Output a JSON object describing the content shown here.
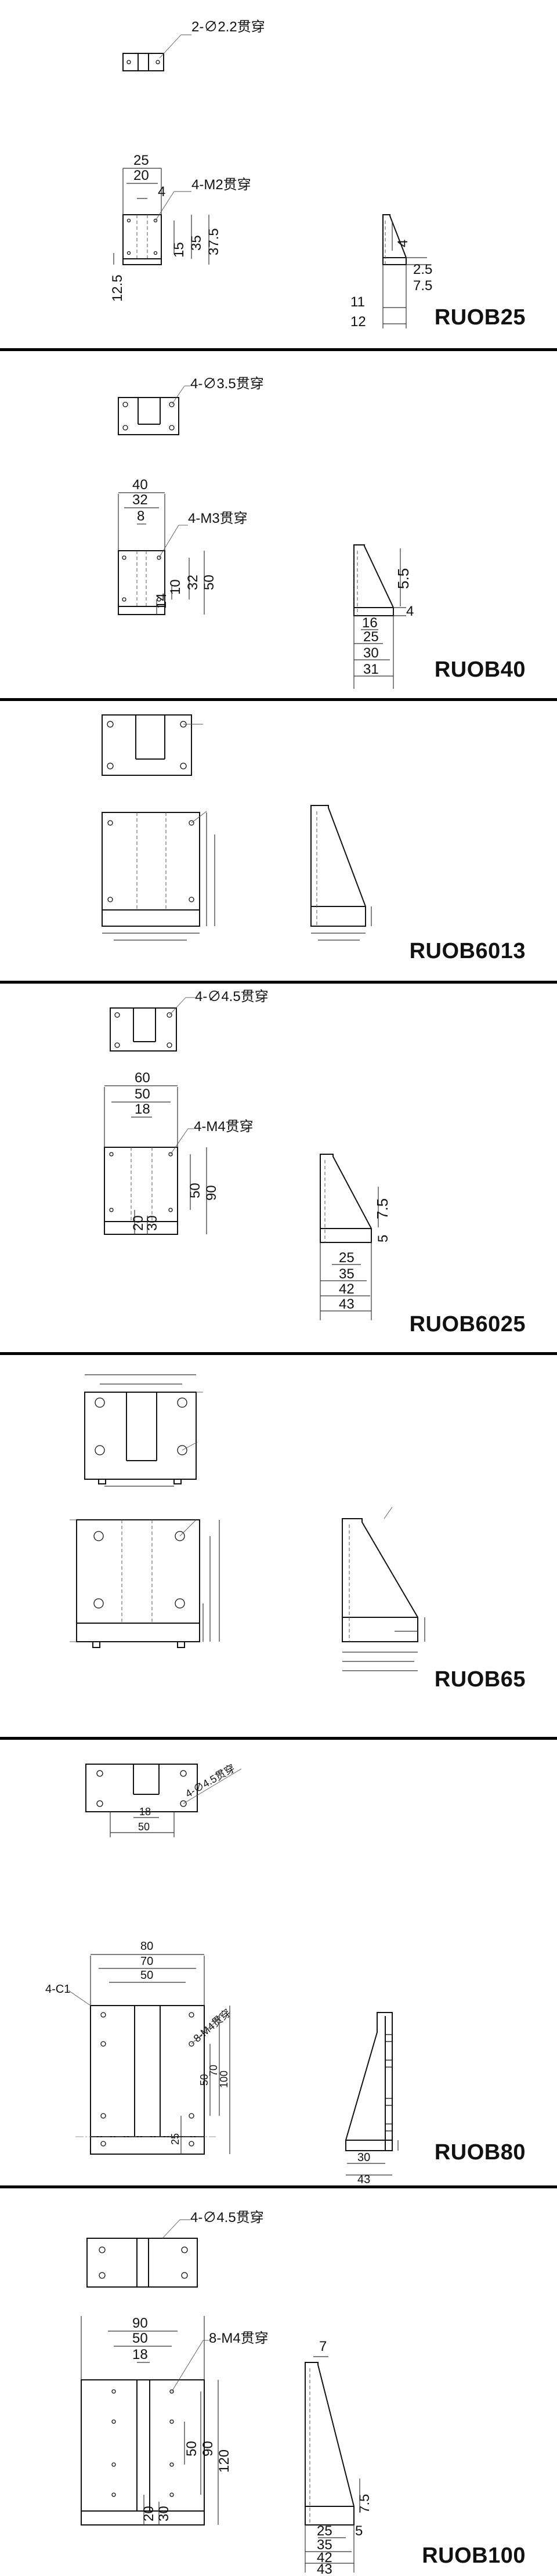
{
  "sections": [
    {
      "id": "ruob25",
      "model": "RUOB25",
      "callouts": [
        "2-∅2.2贯穿",
        "4-M2贯穿"
      ],
      "dimensions": {
        "front_top": [
          "25",
          "20",
          "4"
        ],
        "front_right": [
          "15",
          "35",
          "37.5"
        ],
        "front_left": [
          "12.5"
        ],
        "side": [
          "4",
          "2.5",
          "7.5",
          "11",
          "12"
        ]
      }
    },
    {
      "id": "ruob40",
      "model": "RUOB40",
      "callouts": [
        "4-∅3.5贯穿",
        "4-M3贯穿"
      ],
      "dimensions": {
        "front_top": [
          "40",
          "32",
          "8"
        ],
        "front_right": [
          "10",
          "32",
          "50"
        ],
        "front_left": [
          "14"
        ],
        "side": [
          "5.5",
          "4",
          "16",
          "25",
          "30",
          "31"
        ]
      }
    },
    {
      "id": "ruob6013",
      "model": "RUOB6013",
      "callouts": [],
      "dimensions": {}
    },
    {
      "id": "ruob6025",
      "model": "RUOB6025",
      "callouts": [
        "4-∅4.5贯穿",
        "4-M4贯穿"
      ],
      "dimensions": {
        "front_top": [
          "60",
          "50",
          "18"
        ],
        "front_right": [
          "50",
          "90"
        ],
        "front_left": [
          "20",
          "30"
        ],
        "side": [
          "7.5",
          "5",
          "25",
          "35",
          "42",
          "43"
        ]
      }
    },
    {
      "id": "ruob65",
      "model": "RUOB65",
      "callouts": [],
      "dimensions": {}
    },
    {
      "id": "ruob80",
      "model": "RUOB80",
      "callouts": [
        "4-∅4.5贯穿",
        "8-M4贯穿",
        "4-C1"
      ],
      "dimensions": {
        "top_view": [
          "18",
          "50"
        ],
        "front_top": [
          "80",
          "70",
          "50"
        ],
        "front_right": [
          "50",
          "70",
          "100"
        ],
        "front_left": [
          "25"
        ],
        "side": [
          "30",
          "43"
        ]
      }
    },
    {
      "id": "ruob100",
      "model": "RUOB100",
      "callouts": [
        "4-∅4.5贯穿",
        "8-M4贯穿"
      ],
      "dimensions": {
        "front_top": [
          "90",
          "50",
          "18"
        ],
        "front_right": [
          "50",
          "90",
          "120"
        ],
        "front_left": [
          "20",
          "30"
        ],
        "side": [
          "7",
          "7.5",
          "25",
          "5",
          "35",
          "42",
          "43"
        ]
      }
    }
  ]
}
